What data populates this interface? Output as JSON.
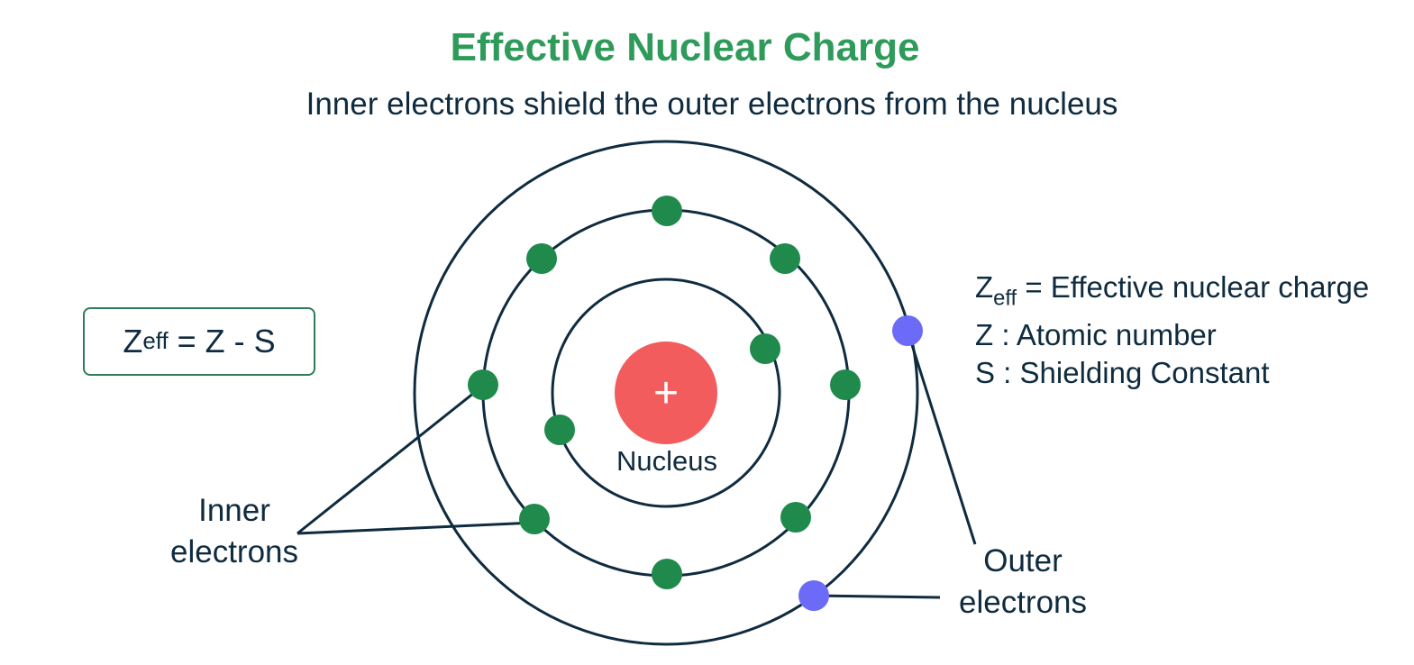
{
  "title": "Effective Nuclear Charge",
  "subtitle": "Inner electrons shield the outer electrons from the nucleus",
  "formula": {
    "lhs_main": "Z",
    "lhs_sub": "eff",
    "rhs": " = Z - S"
  },
  "nucleus": {
    "symbol": "+",
    "label": "Nucleus"
  },
  "labels": {
    "inner_line1": "Inner",
    "inner_line2": "electrons",
    "outer_line1": "Outer",
    "outer_line2": "electrons"
  },
  "legend": [
    {
      "main": "Z",
      "sub": "eff",
      "text": " = Effective nuclear charge"
    },
    {
      "main": "Z",
      "sub": "",
      "text": " : Atomic number"
    },
    {
      "main": "S",
      "sub": "",
      "text": " : Shielding Constant"
    }
  ],
  "colors": {
    "title": "#2e9b5a",
    "text": "#0f2b3f",
    "orbit": "#0f2b3f",
    "nucleus": "#f25c5c",
    "inner_electron": "#1f8a4c",
    "outer_electron": "#6b6bf7"
  }
}
